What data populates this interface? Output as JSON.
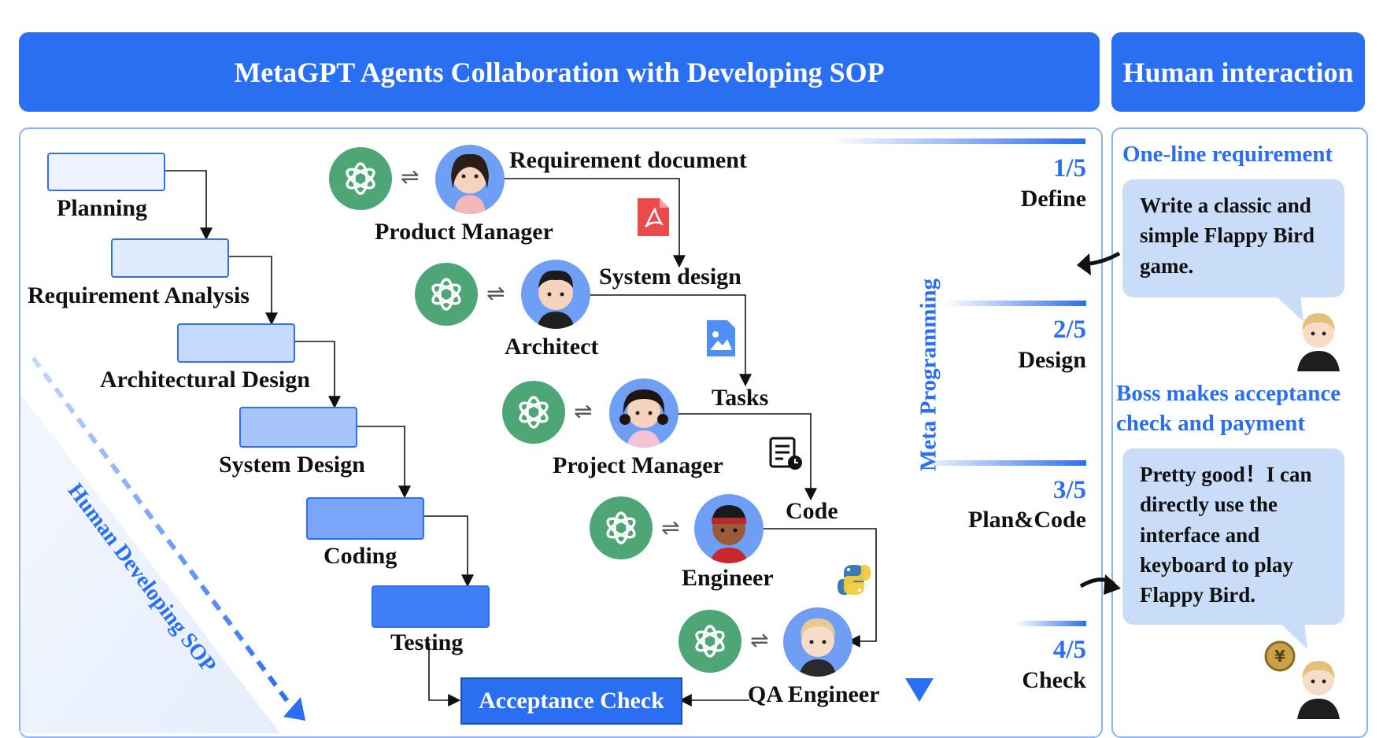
{
  "header": {
    "main_title": "MetaGPT Agents Collaboration with Developing SOP",
    "side_title": "Human interaction"
  },
  "sop": {
    "label": "Human Developing SOP",
    "steps": [
      "Planning",
      "Requirement Analysis",
      "Architectural Design",
      "System Design",
      "Coding",
      "Testing"
    ]
  },
  "agents": {
    "product_manager": "Product Manager",
    "architect": "Architect",
    "project_manager": "Project Manager",
    "engineer": "Engineer",
    "qa_engineer": "QA Engineer"
  },
  "artifacts": {
    "requirement_document": "Requirement document",
    "system_design": "System design",
    "tasks": "Tasks",
    "code": "Code"
  },
  "acceptance_check": "Acceptance Check",
  "meta_programming": "Meta Programming",
  "stages": [
    {
      "num": "1/5",
      "name": "Define"
    },
    {
      "num": "2/5",
      "name": "Design"
    },
    {
      "num": "3/5",
      "name": "Plan&Code"
    },
    {
      "num": "4/5",
      "name": "Check"
    }
  ],
  "human": {
    "req_title": "One-line requirement",
    "req_text": "Write a classic and simple Flappy Bird game.",
    "boss_title": "Boss makes acceptance check and payment",
    "boss_text": "Pretty good！I can directly use the interface and keyboard to play Flappy Bird."
  },
  "colors": {
    "accent": "#2a6ef2",
    "gpt_green": "#4ea676",
    "bubble": "#c9dcf8",
    "panel_border": "#8db3ee"
  },
  "icons": [
    "openai-logo-icon",
    "pdf-icon",
    "image-file-icon",
    "task-list-icon",
    "python-icon",
    "coin-icon"
  ]
}
